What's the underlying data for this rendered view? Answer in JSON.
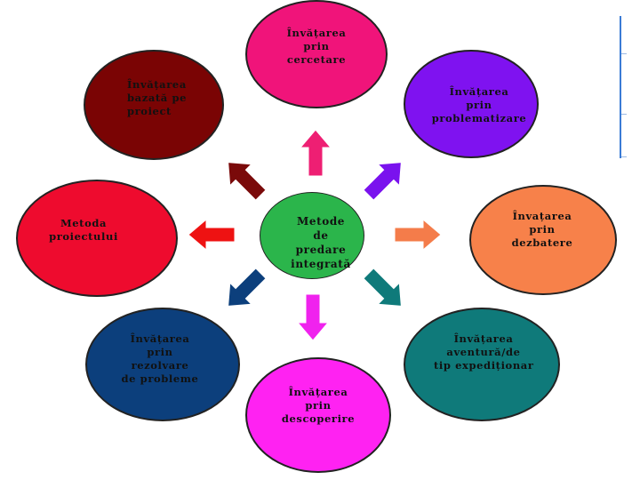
{
  "center": {
    "lines": [
      "Metode",
      "de",
      "predare",
      "integrată"
    ],
    "color": "#2bb54b"
  },
  "nodes": [
    {
      "id": "cercetare",
      "lines": [
        "Învățarea",
        "prin",
        "cercetare"
      ],
      "color": "#f0147a"
    },
    {
      "id": "problematizare",
      "lines": [
        "Învățarea",
        "prin",
        "problematizare"
      ],
      "color": "#7f12f0"
    },
    {
      "id": "dezbatere",
      "lines": [
        "Învațarea",
        "prin",
        "dezbatere"
      ],
      "color": "#f7814a"
    },
    {
      "id": "aventura",
      "lines": [
        "Învățarea",
        "aventură/de",
        "tip expediționar"
      ],
      "color": "#0f7a7a"
    },
    {
      "id": "descoperire",
      "lines": [
        "Învățarea",
        "prin",
        "descoperire"
      ],
      "color": "#ff22f2"
    },
    {
      "id": "rezolvare",
      "lines": [
        "Învățarea",
        "prin",
        "rezolvare",
        "de probleme"
      ],
      "color": "#0c3f7c"
    },
    {
      "id": "proiectului",
      "lines": [
        "Metoda",
        "proiectului"
      ],
      "color": "#ee0b2e"
    },
    {
      "id": "proiect",
      "lines": [
        "Învățarea",
        "bazată pe",
        "proiect"
      ],
      "color": "#7a0404"
    }
  ],
  "arrows": [
    {
      "id": "up",
      "color": "#ee1f73"
    },
    {
      "id": "up-right",
      "color": "#7a12ee"
    },
    {
      "id": "right",
      "color": "#f47c4a"
    },
    {
      "id": "down-right",
      "color": "#0f7a7a"
    },
    {
      "id": "down",
      "color": "#f022ee"
    },
    {
      "id": "down-left",
      "color": "#0c3f7c"
    },
    {
      "id": "left",
      "color": "#ee1212"
    },
    {
      "id": "up-left",
      "color": "#7a0a0a"
    }
  ]
}
